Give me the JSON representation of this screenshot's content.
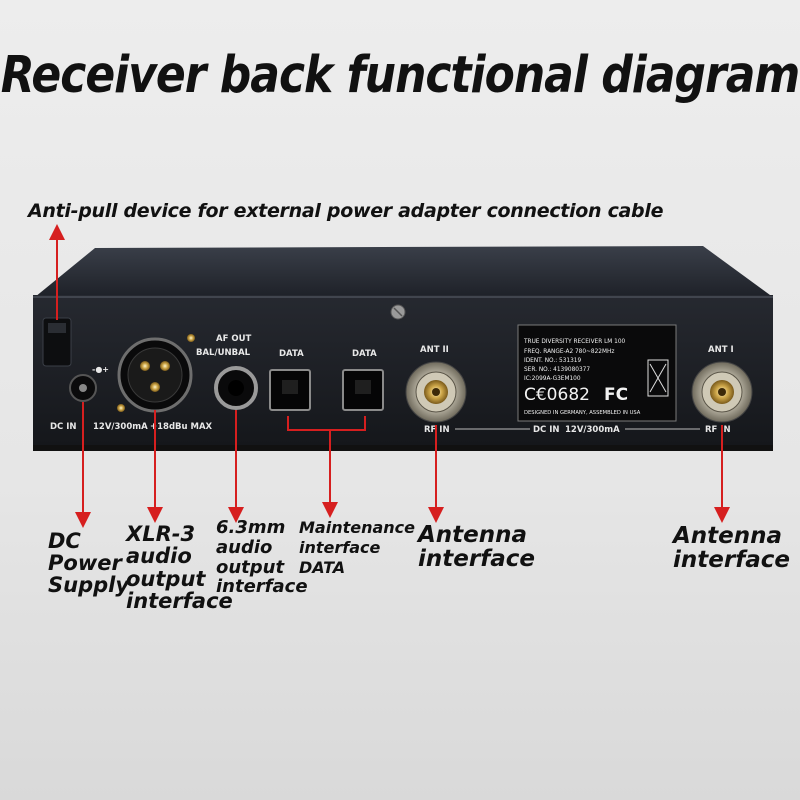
{
  "title": "Receiver back functional diagram",
  "callouts": {
    "anti_pull": "Anti-pull device for external power adapter connection cable",
    "dc_power": "DC\nPower\nSupply",
    "xlr": "XLR-3\naudio\noutput\ninterface",
    "jack": "6.3mm\naudio\noutput\ninterface",
    "maintenance": "Maintenance\ninterface\nDATA",
    "antenna_left": "Antenna\ninterface",
    "antenna_right": "Antenna\ninterface"
  },
  "panel": {
    "dc_in": "DC IN",
    "dc_spec": "12V/300mA",
    "xlr_level": "+18dBu MAX",
    "af_out": "AF OUT",
    "bal_unbal": "BAL/UNBAL",
    "data1": "DATA",
    "data2": "DATA",
    "ant2": "ANT II",
    "ant1": "ANT I",
    "rf_in_left": "RF IN",
    "rf_in_right": "RF IN",
    "dc_in_mid": "DC IN",
    "dc_spec_mid": "12V/300mA"
  },
  "sticker": {
    "line1": "TRUE DIVERSITY RECEIVER LM 100",
    "line2": "FREQ. RANGE-A2   780~822MHz",
    "line3": "IDENT. NO.: 531319",
    "line4": "SER. NO.: 4139080377",
    "line5": "IC:2099A-G3EM100",
    "mark": "C€0682",
    "fc": "FC",
    "line6": "DESIGNED IN GERMANY, ASSEMBLED IN USA"
  },
  "colors": {
    "arrow": "#d61f1f",
    "panel": "#1d1f24",
    "title": "#111111"
  }
}
